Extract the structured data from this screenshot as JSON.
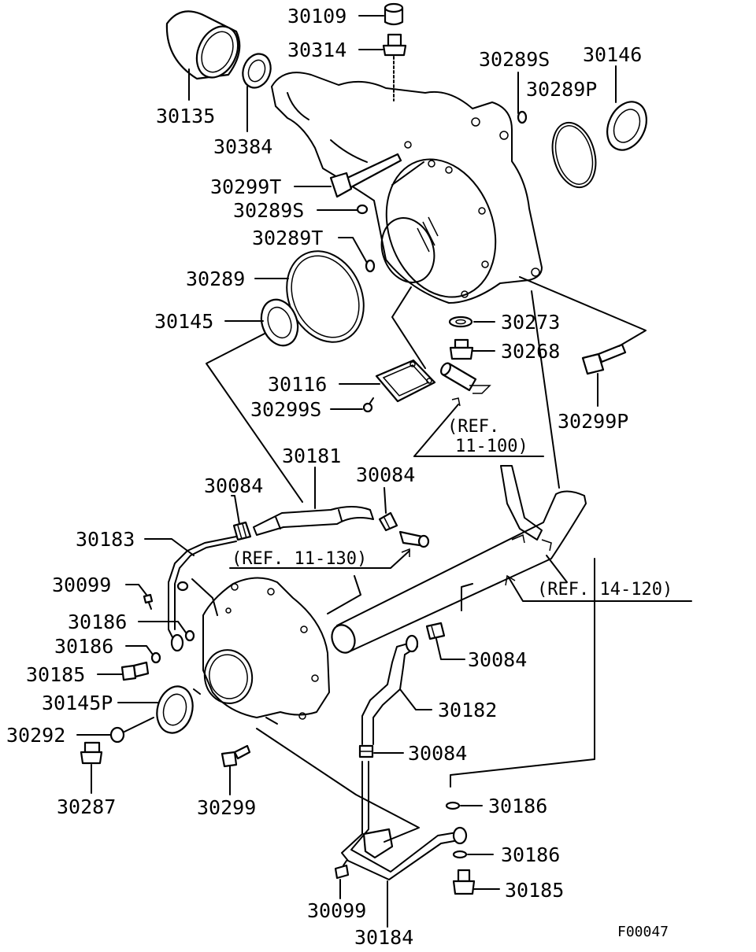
{
  "diagram": {
    "figure_code": "F00047",
    "parts": [
      {
        "id": "p01",
        "label": "30109"
      },
      {
        "id": "p02",
        "label": "30314"
      },
      {
        "id": "p03",
        "label": "30135"
      },
      {
        "id": "p04",
        "label": "30384"
      },
      {
        "id": "p05",
        "label": "30289S"
      },
      {
        "id": "p06",
        "label": "30146"
      },
      {
        "id": "p07",
        "label": "30289P"
      },
      {
        "id": "p08",
        "label": "30299T"
      },
      {
        "id": "p09",
        "label": "30289S"
      },
      {
        "id": "p10",
        "label": "30289T"
      },
      {
        "id": "p11",
        "label": "30289"
      },
      {
        "id": "p12",
        "label": "30145"
      },
      {
        "id": "p13",
        "label": "30273"
      },
      {
        "id": "p14",
        "label": "30268"
      },
      {
        "id": "p15",
        "label": "30116"
      },
      {
        "id": "p16",
        "label": "30299S"
      },
      {
        "id": "p17",
        "label": "30299P"
      },
      {
        "id": "p18",
        "label": "30181"
      },
      {
        "id": "p19",
        "label": "30084"
      },
      {
        "id": "p20",
        "label": "30084"
      },
      {
        "id": "p21",
        "label": "30183"
      },
      {
        "id": "p22",
        "label": "30099"
      },
      {
        "id": "p23",
        "label": "30186"
      },
      {
        "id": "p24",
        "label": "30186"
      },
      {
        "id": "p25",
        "label": "30185"
      },
      {
        "id": "p26",
        "label": "30145P"
      },
      {
        "id": "p27",
        "label": "30292"
      },
      {
        "id": "p28",
        "label": "30287"
      },
      {
        "id": "p29",
        "label": "30299"
      },
      {
        "id": "p30",
        "label": "30084"
      },
      {
        "id": "p31",
        "label": "30182"
      },
      {
        "id": "p32",
        "label": "30084"
      },
      {
        "id": "p33",
        "label": "30186"
      },
      {
        "id": "p34",
        "label": "30186"
      },
      {
        "id": "p35",
        "label": "30185"
      },
      {
        "id": "p36",
        "label": "30099"
      },
      {
        "id": "p37",
        "label": "30184"
      }
    ],
    "references": [
      {
        "id": "r1",
        "line1": "(REF.",
        "line2": "11-100)"
      },
      {
        "id": "r2",
        "text": "(REF. 11-130)"
      },
      {
        "id": "r3",
        "text": "(REF. 14-120)"
      }
    ]
  }
}
